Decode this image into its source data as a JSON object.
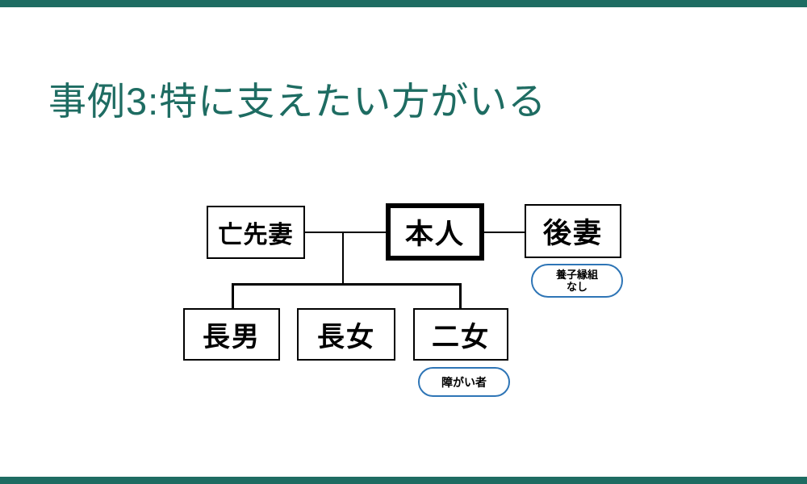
{
  "title": "事例3:特に支えたい方がいる",
  "colors": {
    "accent": "#1E6C62",
    "line": "#000000",
    "callout_border": "#2E75B6"
  },
  "tree": {
    "late_first_wife": "亡先妻",
    "principal": "本人",
    "second_wife": "後妻",
    "eldest_son": "長男",
    "eldest_daughter": "長女",
    "second_daughter": "二女",
    "no_adoption_line1": "養子縁組",
    "no_adoption_line2": "なし",
    "disabled": "障がい者"
  }
}
